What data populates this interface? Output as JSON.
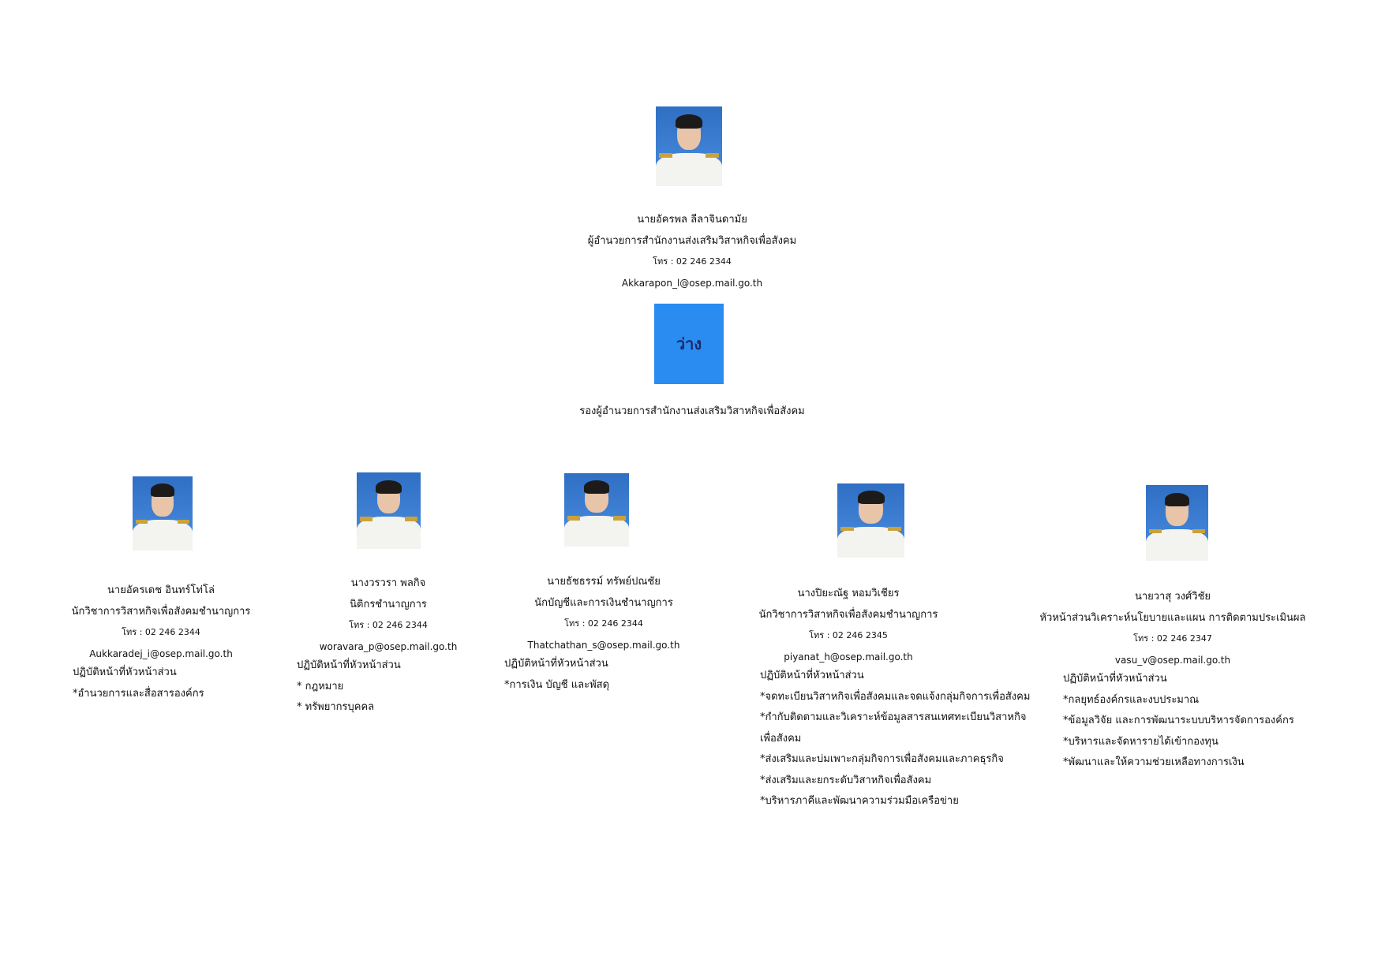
{
  "director": {
    "name": "นายอัครพล ลีลาจินดามัย",
    "position": "ผู้อำนวยการสำนักงานส่งเสริมวิสาหกิจเพื่อสังคม",
    "phone": "โทร : 02 246 2344",
    "email": "Akkarapon_l@osep.mail.go.th"
  },
  "deputy": {
    "vacant_label": "ว่าง",
    "position": "รองผู้อำนวยการสำนักงานส่งเสริมวิสาหกิจเพื่อสังคม"
  },
  "staff": [
    {
      "name": "นายอัครเดช อินทร์โท่โล่",
      "position": "นักวิชาการวิสาหกิจเพื่อสังคมชำนาญการ",
      "phone": "โทร : 02 246 2344",
      "email": "Aukkaradej_i@osep.mail.go.th",
      "duties_title": "ปฏิบัติหน้าที่หัวหน้าส่วน",
      "duties": [
        "*อำนวยการและสื่อสารองค์กร"
      ]
    },
    {
      "name": "นางวรวรา พลกิจ",
      "position": "นิติกรชำนาญการ",
      "phone": "โทร : 02 246 2344",
      "email": "woravara_p@osep.mail.go.th",
      "duties_title": "ปฏิบัติหน้าที่หัวหน้าส่วน",
      "duties": [
        "* กฎหมาย",
        "* ทรัพยากรบุคคล"
      ]
    },
    {
      "name": "นายธัชธรรม์ ทรัพย์ปณชัย",
      "position": "นักบัญชีและการเงินชำนาญการ",
      "phone": "โทร : 02 246 2344",
      "email": "Thatchathan_s@osep.mail.go.th",
      "duties_title": "ปฏิบัติหน้าที่หัวหน้าส่วน",
      "duties": [
        "*การเงิน บัญชี และพัสดุ"
      ]
    },
    {
      "name": "นางปิยะณัฐ หอมวิเชียร",
      "position": "นักวิชาการวิสาหกิจเพื่อสังคมชำนาญการ",
      "phone": "โทร : 02 246 2345",
      "email": "piyanat_h@osep.mail.go.th",
      "duties_title": "ปฏิบัติหน้าที่หัวหน้าส่วน",
      "duties": [
        "*จดทะเบียนวิสาหกิจเพื่อสังคมและจดแจ้งกลุ่มกิจการเพื่อสังคม",
        "*กำกับติดตามและวิเคราะห์ข้อมูลสารสนเทศทะเบียนวิสาหกิจ",
        "เพื่อสังคม",
        "*ส่งเสริมและบ่มเพาะกลุ่มกิจการเพื่อสังคมและภาคธุรกิจ",
        "*ส่งเสริมและยกระดับวิสาหกิจเพื่อสังคม",
        "*บริหารภาคีและพัฒนาความร่วมมือเครือข่าย"
      ]
    },
    {
      "name": "นายวาสุ วงศ์วิชัย",
      "position": "หัวหน้าส่วนวิเคราะห์นโยบายและแผน การติดตามประเมินผล",
      "phone": "โทร : 02 246 2347",
      "email": "vasu_v@osep.mail.go.th",
      "duties_title": "ปฏิบัติหน้าที่หัวหน้าส่วน",
      "duties": [
        "*กลยุทธ์องค์กรและงบประมาณ",
        "*ข้อมูลวิจัย และการพัฒนาระบบบริหารจัดการองค์กร",
        "*บริหารและจัดหารายได้เข้ากองทุน",
        "*พัฒนาและให้ความช่วยเหลือทางการเงิน"
      ]
    }
  ]
}
